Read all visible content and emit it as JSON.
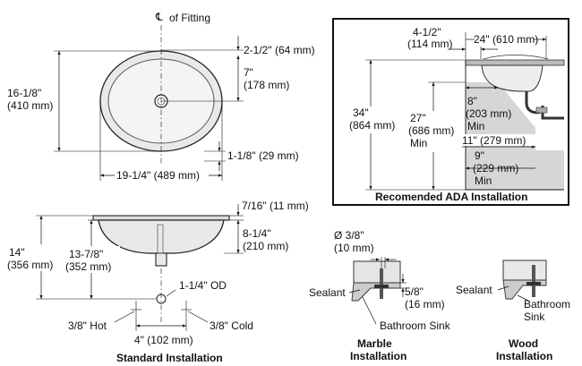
{
  "top_view": {
    "centerline_label": "of Fitting",
    "centerline_symbol": "℄",
    "dim_top_offset": "2-1/2\" (64 mm)",
    "dim_drain_a": "7\"",
    "dim_drain_b": "(178 mm)",
    "dim_length_a": "16-1/8\"",
    "dim_length_b": "(410 mm)",
    "dim_rim": "1-1/8\" (29 mm)",
    "dim_width": "19-1/4\" (489 mm)"
  },
  "ada": {
    "caption": "Recomended ADA Installation",
    "dim_offset_a": "4-1/2\"",
    "dim_offset_b": "(114 mm)",
    "dim_depth": "24\" (610 mm)",
    "dim_height_a": "34\"",
    "dim_height_b": "(864 mm)",
    "dim_knee_a": "27\"",
    "dim_knee_b": "(686 mm)",
    "dim_knee_c": "Min",
    "dim_toe8_a": "8\"",
    "dim_toe8_b": "(203 mm)",
    "dim_toe8_c": "Min",
    "dim_11": "11\" (279 mm)",
    "dim_toe9_a": "9\"",
    "dim_toe9_b": "(229 mm)",
    "dim_toe9_c": "Min"
  },
  "standard": {
    "caption": "Standard Installation",
    "dim_overflow": "7/16\" (11 mm)",
    "dim_bowl_a": "8-1/4\"",
    "dim_bowl_b": "(210 mm)",
    "dim_total_a": "14\"",
    "dim_total_b": "(356 mm)",
    "dim_outlet_a": "13-7/8\"",
    "dim_outlet_b": "(352 mm)",
    "dim_od": "1-1/4\" OD",
    "label_hot": "3/8\" Hot",
    "label_cold": "3/8\" Cold",
    "dim_supply": "4\" (102 mm)"
  },
  "marble": {
    "caption_a": "Marble",
    "caption_b": "Installation",
    "dim_bolt_a": "Ø 3/8\"",
    "dim_bolt_b": "(10 mm)",
    "label_sealant": "Sealant",
    "dim_thick_a": "5/8\"",
    "dim_thick_b": "(16 mm)",
    "label_sink": "Bathroom Sink"
  },
  "wood": {
    "caption_a": "Wood",
    "caption_b": "Installation",
    "label_sealant": "Sealant",
    "label_sink_a": "Bathroom",
    "label_sink_b": "Sink"
  }
}
